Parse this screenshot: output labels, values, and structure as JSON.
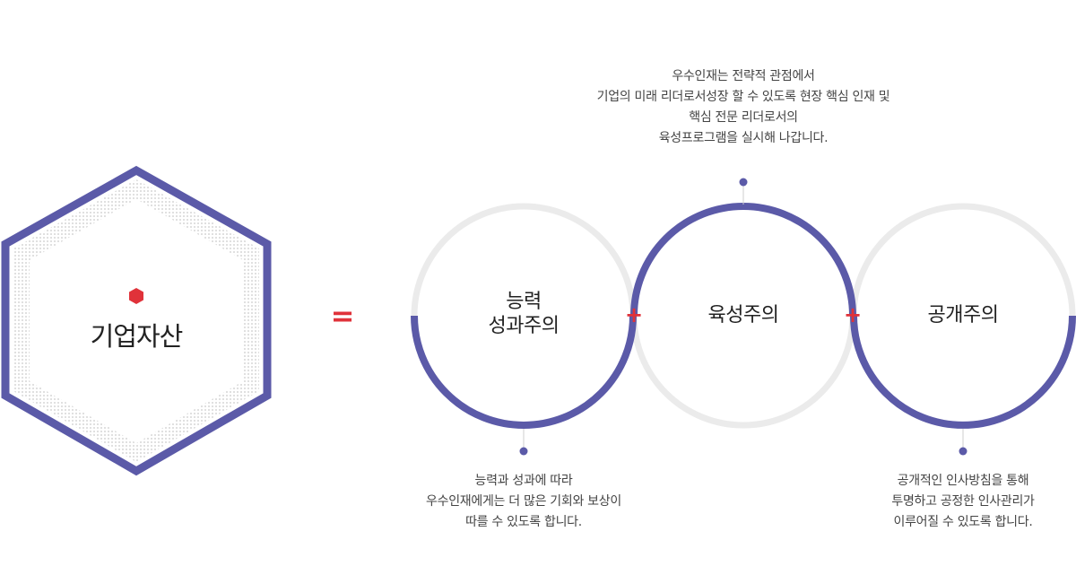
{
  "hexagon": {
    "title": "기업자산"
  },
  "equals": "=",
  "plus": "+",
  "circles": [
    {
      "title_lines": [
        "능력",
        "성과주의"
      ]
    },
    {
      "title_lines": [
        "육성주의"
      ]
    },
    {
      "title_lines": [
        "공개주의"
      ]
    }
  ],
  "descriptions": {
    "top": [
      "우수인재는 전략적 관점에서",
      "기업의 미래 리더로서성장 할 수 있도록 현장 핵심 인재 및",
      "핵심 전문 리더로서의",
      "육성프로그램을 실시해 나갑니다."
    ],
    "bottom_left": [
      "능력과 성과에 따라",
      "우수인재에게는 더 많은 기회와 보상이",
      "따를 수 있도록 합니다."
    ],
    "bottom_right": [
      "공개적인 인사방침을 통해",
      "투명하고 공정한 인사관리가",
      "이루어질 수 있도록 합니다."
    ]
  },
  "colors": {
    "primary": "#5b5aa8",
    "ring_gray": "#ebebeb",
    "accent_red": "#e0323a",
    "dot_pattern": "#c9c9c9"
  }
}
